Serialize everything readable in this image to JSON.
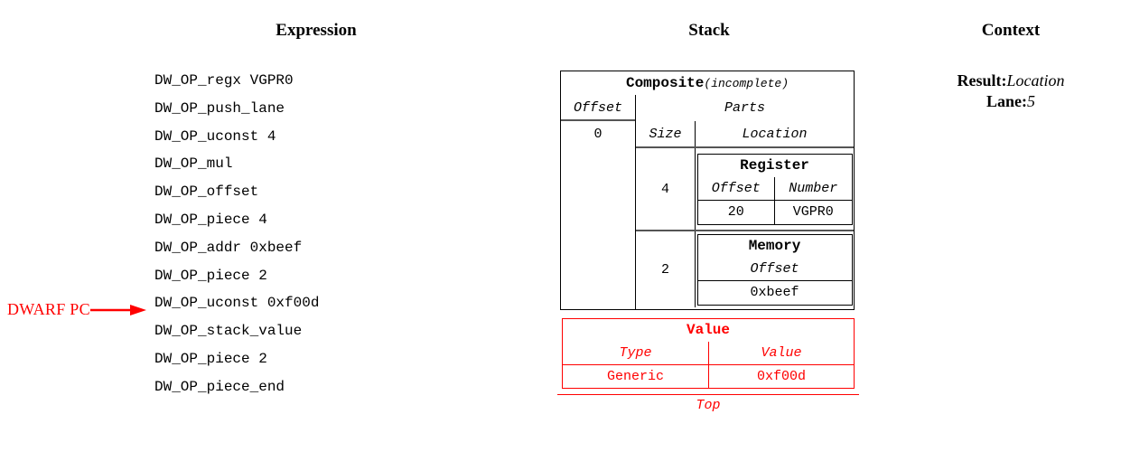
{
  "headings": {
    "expression": "Expression",
    "stack": "Stack",
    "context": "Context"
  },
  "expression": {
    "lines": [
      "DW_OP_regx VGPR0",
      "DW_OP_push_lane",
      "DW_OP_uconst 4",
      "DW_OP_mul",
      "DW_OP_offset",
      "DW_OP_piece 4",
      "DW_OP_addr 0xbeef",
      "DW_OP_piece 2",
      "DW_OP_uconst 0xf00d",
      "DW_OP_stack_value",
      "DW_OP_piece 2",
      "DW_OP_piece_end"
    ],
    "pc_marker": {
      "label": "DWARF PC",
      "target_line_index": 9,
      "color": "#ff0000"
    }
  },
  "stack": {
    "composite": {
      "title": "Composite",
      "title_note": "(incomplete)",
      "offset_header": "Offset",
      "offset_value": "0",
      "parts_header": "Parts",
      "size_header": "Size",
      "location_header": "Location",
      "parts": [
        {
          "size": "4",
          "location": {
            "title": "Register",
            "headers": [
              "Offset",
              "Number"
            ],
            "values": [
              "20",
              "VGPR0"
            ]
          }
        },
        {
          "size": "2",
          "location": {
            "title": "Memory",
            "headers": [
              "Offset"
            ],
            "values": [
              "0xbeef"
            ]
          }
        }
      ]
    },
    "value": {
      "title": "Value",
      "headers": [
        "Type",
        "Value"
      ],
      "values": [
        "Generic",
        "0xf00d"
      ],
      "color": "#ff0000"
    },
    "top_label": "Top"
  },
  "context": {
    "entries": [
      {
        "key": "Result:",
        "value": "Location"
      },
      {
        "key": "Lane:",
        "value": "5"
      }
    ]
  }
}
